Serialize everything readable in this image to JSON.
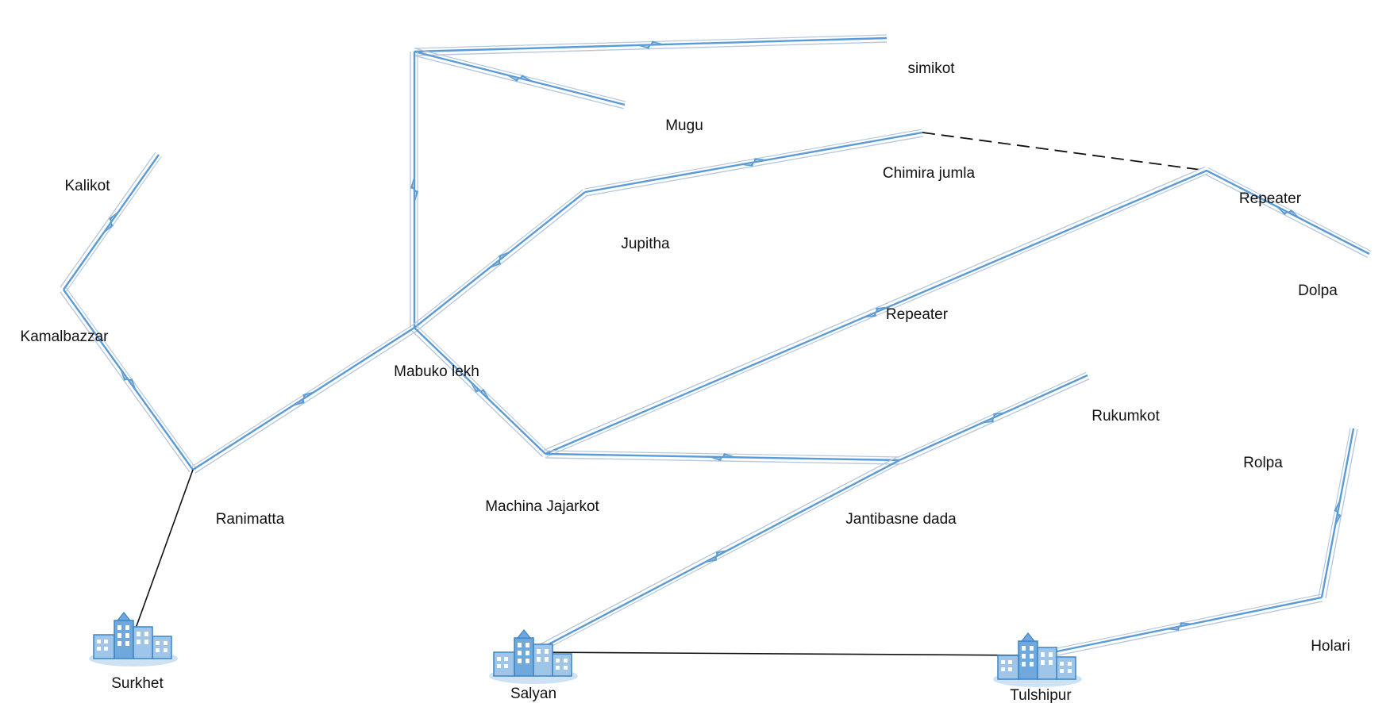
{
  "colors": {
    "radio_link": "#5b9bd5",
    "radio_link_light": "#b9c9dc",
    "wired_link": "#111111",
    "tower": "#111111",
    "building": "#6fa8dc",
    "building_dark": "#3d85c6",
    "label": "#111111"
  },
  "nodes": [
    {
      "id": "top-hub",
      "type": "tower",
      "label": ""
    },
    {
      "id": "simikot",
      "type": "tower",
      "label": "simikot"
    },
    {
      "id": "mugu",
      "type": "tower",
      "label": "Mugu"
    },
    {
      "id": "kalikot",
      "type": "tower",
      "label": "Kalikot"
    },
    {
      "id": "chimira-jumla",
      "type": "tower",
      "label": "Chimira jumla"
    },
    {
      "id": "jupitha",
      "type": "tower",
      "label": "Jupitha"
    },
    {
      "id": "repeater-east",
      "type": "tower",
      "label": "Repeater"
    },
    {
      "id": "kamalbazzar",
      "type": "tower",
      "label": "Kamalbazzar"
    },
    {
      "id": "repeater-center",
      "type": "tower",
      "label": "Repeater"
    },
    {
      "id": "dolpa",
      "type": "tower",
      "label": "Dolpa"
    },
    {
      "id": "mabuko-lekh",
      "type": "tower",
      "label": "Mabuko lekh"
    },
    {
      "id": "rukumkot",
      "type": "tower",
      "label": "Rukumkot"
    },
    {
      "id": "ranimatta",
      "type": "tower",
      "label": "Ranimatta"
    },
    {
      "id": "machina-jajarkot",
      "type": "tower",
      "label": "Machina Jajarkot"
    },
    {
      "id": "jantibasne-dada",
      "type": "tower",
      "label": "Jantibasne dada"
    },
    {
      "id": "rolpa",
      "type": "tower",
      "label": "Rolpa"
    },
    {
      "id": "holari",
      "type": "tower",
      "label": "Holari"
    },
    {
      "id": "surkhet",
      "type": "building",
      "label": "Surkhet"
    },
    {
      "id": "salyan",
      "type": "building",
      "label": "Salyan"
    },
    {
      "id": "tulshipur",
      "type": "building",
      "label": "Tulshipur"
    }
  ],
  "links": [
    {
      "from": "top-hub",
      "to": "simikot",
      "kind": "radio"
    },
    {
      "from": "top-hub",
      "to": "mugu",
      "kind": "radio"
    },
    {
      "from": "top-hub",
      "to": "mabuko-lekh",
      "kind": "radio"
    },
    {
      "from": "kalikot",
      "to": "kamalbazzar",
      "kind": "radio"
    },
    {
      "from": "kamalbazzar",
      "to": "ranimatta",
      "kind": "radio"
    },
    {
      "from": "ranimatta",
      "to": "mabuko-lekh",
      "kind": "radio"
    },
    {
      "from": "mabuko-lekh",
      "to": "jupitha",
      "kind": "radio"
    },
    {
      "from": "jupitha",
      "to": "chimira-jumla",
      "kind": "radio"
    },
    {
      "from": "chimira-jumla",
      "to": "repeater-east",
      "kind": "dashed"
    },
    {
      "from": "repeater-east",
      "to": "dolpa",
      "kind": "radio"
    },
    {
      "from": "repeater-east",
      "to": "machina-jajarkot",
      "kind": "radio"
    },
    {
      "from": "mabuko-lekh",
      "to": "machina-jajarkot",
      "kind": "radio"
    },
    {
      "from": "machina-jajarkot",
      "to": "jantibasne-dada",
      "kind": "radio"
    },
    {
      "from": "jantibasne-dada",
      "to": "rukumkot",
      "kind": "radio"
    },
    {
      "from": "jantibasne-dada",
      "to": "salyan",
      "kind": "radio"
    },
    {
      "from": "ranimatta",
      "to": "surkhet",
      "kind": "wired"
    },
    {
      "from": "salyan",
      "to": "tulshipur",
      "kind": "wired"
    },
    {
      "from": "tulshipur",
      "to": "holari",
      "kind": "radio"
    },
    {
      "from": "holari",
      "to": "rolpa",
      "kind": "radio"
    }
  ]
}
